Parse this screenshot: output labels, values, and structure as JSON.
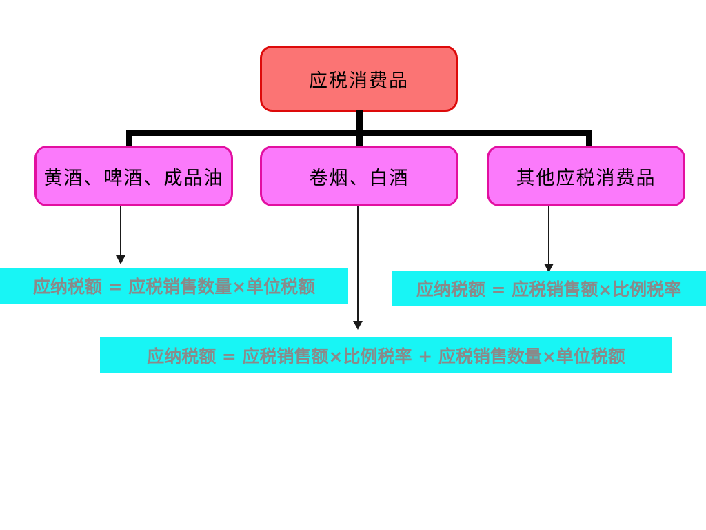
{
  "diagram": {
    "title_node": {
      "label": "应税消费品",
      "fill": "#fb7474",
      "border": "#dd0a0a"
    },
    "category_nodes": [
      {
        "label": "黄酒、啤酒、成品油",
        "fill": "#fb7afb",
        "border": "#e20fa0"
      },
      {
        "label": "卷烟、白酒",
        "fill": "#fb7afb",
        "border": "#e20fa0"
      },
      {
        "label": "其他应税消费品",
        "fill": "#fb7afb",
        "border": "#e20fa0"
      }
    ],
    "formulas": [
      {
        "text": "应纳税额 = 应税销售数量×单位税额",
        "fill": "#18f5f5",
        "text_color": "#8a8a8a"
      },
      {
        "text": "应纳税额 = 应税销售额×比例税率",
        "fill": "#18f5f5",
        "text_color": "#8a8a8a"
      },
      {
        "text": "应纳税额 = 应税销售额×比例税率 + 应税销售数量×单位税额",
        "fill": "#18f5f5",
        "text_color": "#8a8a8a"
      }
    ],
    "connector_color": "#000000",
    "arrow_color": "#1a1a1a"
  },
  "chart_data": {
    "type": "diagram",
    "title": "应税消费品",
    "nodes": [
      {
        "id": "root",
        "label": "应税消费品",
        "level": 0
      },
      {
        "id": "c1",
        "label": "黄酒、啤酒、成品油",
        "level": 1
      },
      {
        "id": "c2",
        "label": "卷烟、白酒",
        "level": 1
      },
      {
        "id": "c3",
        "label": "其他应税消费品",
        "level": 1
      },
      {
        "id": "f1",
        "label": "应纳税额 = 应税销售数量×单位税额",
        "level": 2
      },
      {
        "id": "f3",
        "label": "应纳税额 = 应税销售额×比例税率 + 应税销售数量×单位税额",
        "level": 2
      },
      {
        "id": "f2",
        "label": "应纳税额 = 应税销售额×比例税率",
        "level": 2
      }
    ],
    "edges": [
      {
        "from": "root",
        "to": "c1"
      },
      {
        "from": "root",
        "to": "c2"
      },
      {
        "from": "root",
        "to": "c3"
      },
      {
        "from": "c1",
        "to": "f1"
      },
      {
        "from": "c2",
        "to": "f3"
      },
      {
        "from": "c3",
        "to": "f2"
      }
    ]
  }
}
